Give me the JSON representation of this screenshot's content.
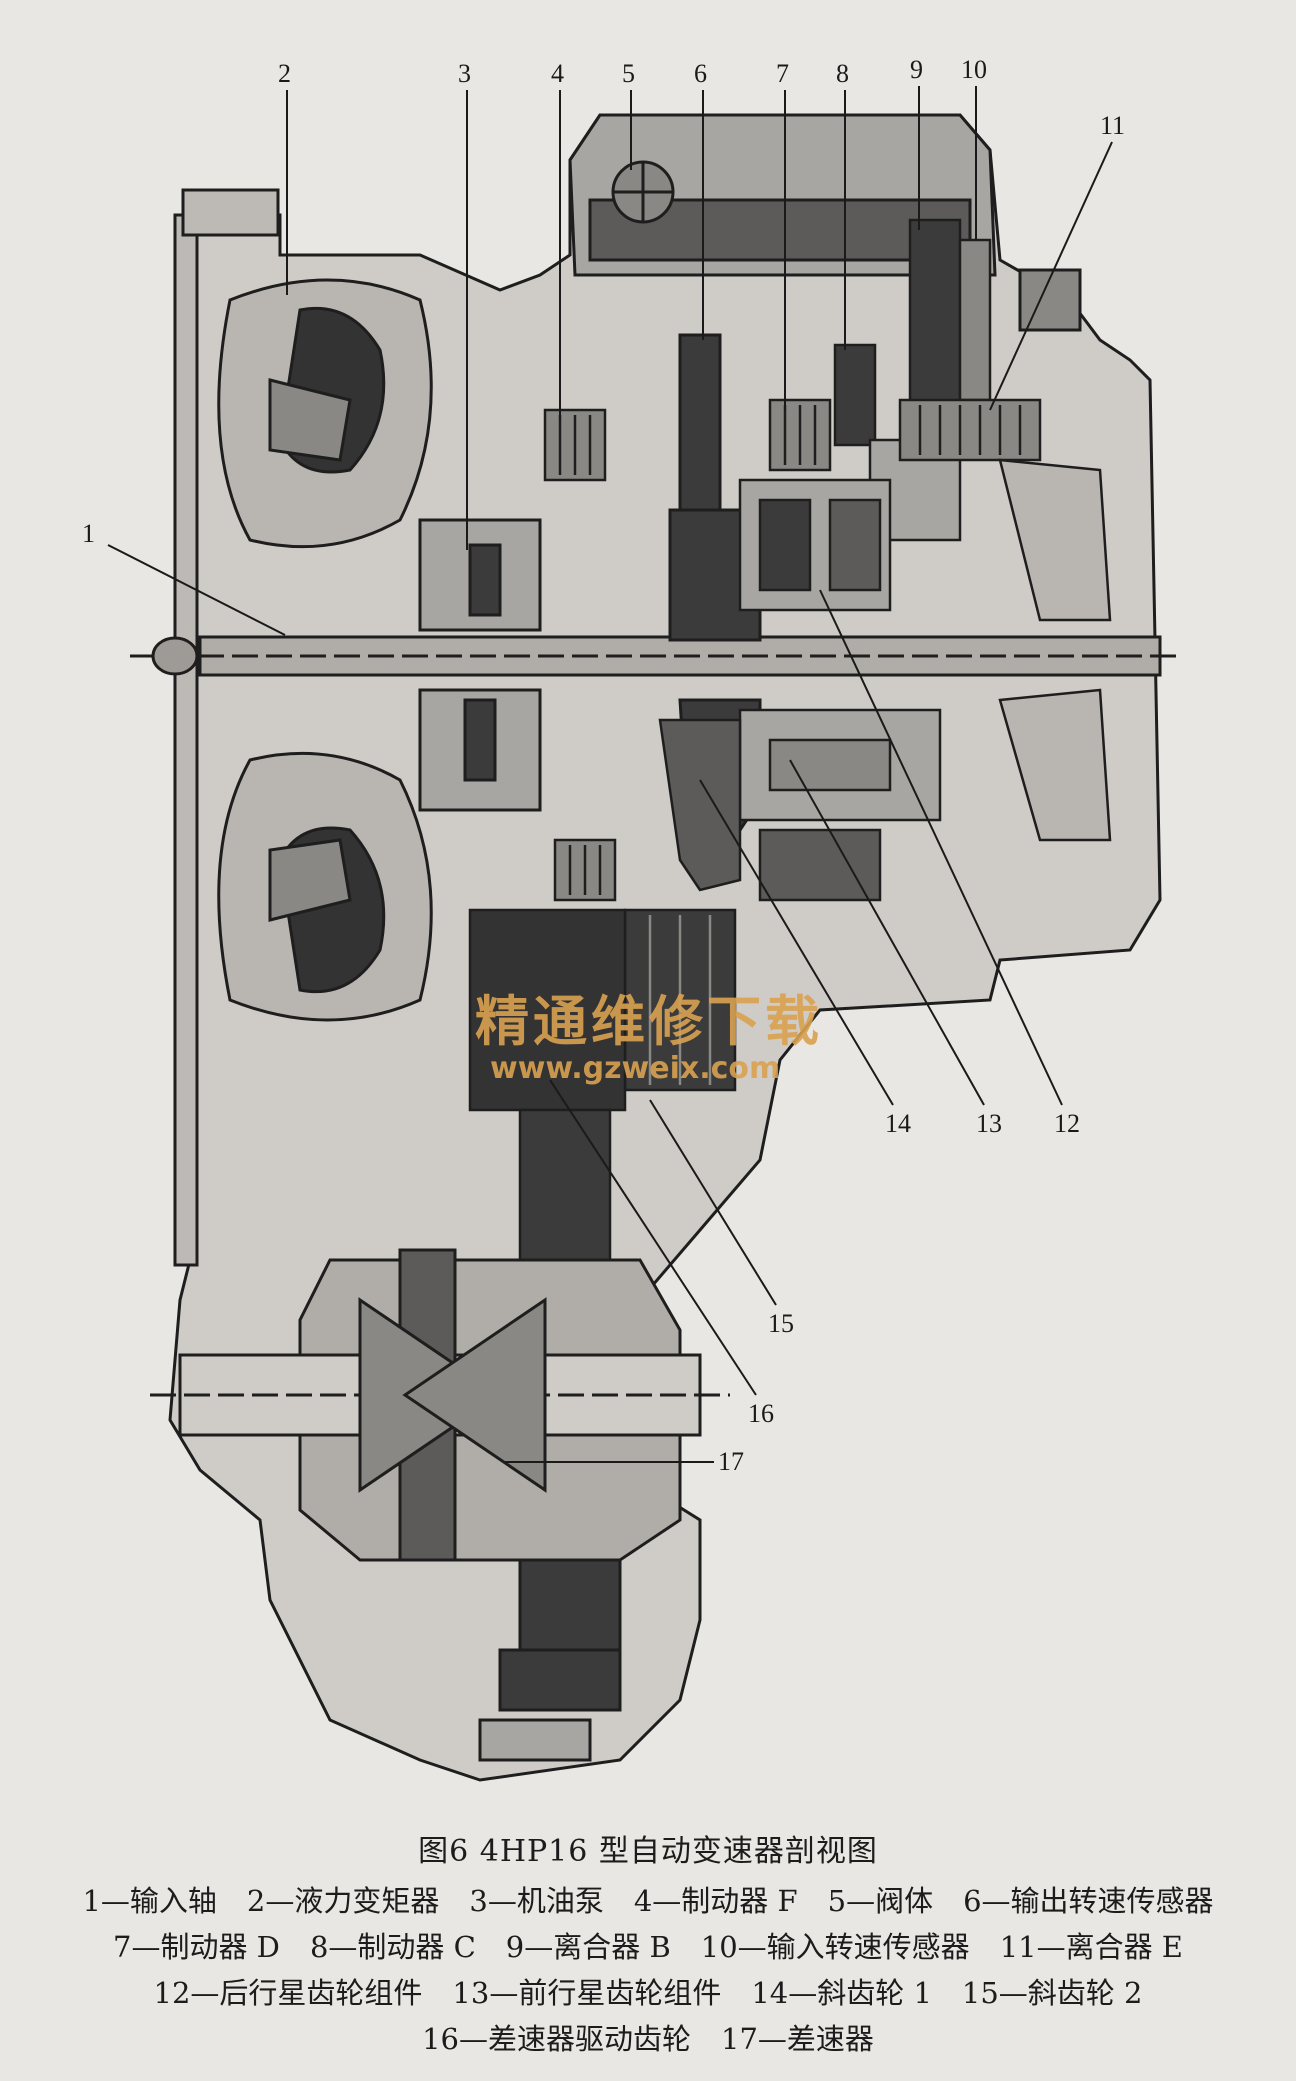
{
  "figure": {
    "labels": [
      "1",
      "2",
      "3",
      "4",
      "5",
      "6",
      "7",
      "8",
      "9",
      "10",
      "11",
      "12",
      "13",
      "14",
      "15",
      "16",
      "17"
    ],
    "watermark": {
      "text": "精通维修下载",
      "url": "www.gzweix.com",
      "color": "#d9a14f"
    },
    "colors": {
      "background": "#e9e7e3",
      "housing": "#c9c6c1",
      "dark_part": "#3b3b3b",
      "mid_part": "#8a8884",
      "outline": "#1e1e1e"
    }
  },
  "caption": {
    "title": "图6   4HP16 型自动变速器剖视图",
    "lines": [
      [
        "1—输入轴",
        "2—液力变矩器",
        "3—机油泵",
        "4—制动器 F",
        "5—阀体",
        "6—输出转速传感器"
      ],
      [
        "7—制动器 D",
        "8—制动器 C",
        "9—离合器 B",
        "10—输入转速传感器",
        "11—离合器 E"
      ],
      [
        "12—后行星齿轮组件",
        "13—前行星齿轮组件",
        "14—斜齿轮 1",
        "15—斜齿轮 2"
      ],
      [
        "16—差速器驱动齿轮",
        "17—差速器"
      ]
    ]
  }
}
